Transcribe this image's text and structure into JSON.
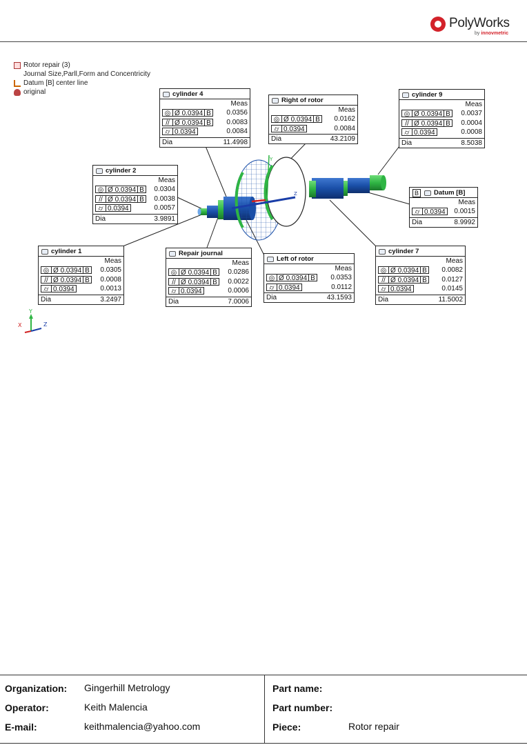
{
  "header": {
    "brand": "PolyWorks",
    "brand_by_prefix": "by ",
    "brand_by_name": "innovmetric"
  },
  "tree": {
    "items": [
      {
        "label": "Rotor repair (3)",
        "icon": "report-icon"
      },
      {
        "label": "Journal Size,Parll,Form and Concentricity",
        "icon": ""
      },
      {
        "label": "Datum [B] center line",
        "icon": "datum-axis-icon"
      },
      {
        "label": "original",
        "icon": "object-icon"
      }
    ]
  },
  "triad": {
    "y": "Y",
    "z": "Z",
    "x": "X"
  },
  "callouts": {
    "meas_header": "Meas",
    "dia_label": "Dia",
    "symbols": {
      "concentricity": "◎",
      "parallelism": "//",
      "cylindricity": "⌭",
      "diameter": "Ø"
    },
    "tolerance": "0.0394",
    "datum": "B",
    "c4": {
      "title": "cylinder 4",
      "conc": "0.0356",
      "parl": "0.0083",
      "cyl": "0.0084",
      "dia": "11.4998"
    },
    "rr": {
      "title": "Right of rotor",
      "conc": "0.0162",
      "cyl": "0.0084",
      "dia": "43.2109"
    },
    "c9": {
      "title": "cylinder 9",
      "conc": "0.0037",
      "parl": "0.0004",
      "cyl": "0.0008",
      "dia": "8.5038"
    },
    "c2": {
      "title": "cylinder 2",
      "conc": "0.0304",
      "parl": "0.0038",
      "cyl": "0.0057",
      "dia": "3.9891"
    },
    "db": {
      "badge": "B",
      "title": "Datum [B]",
      "cyl": "0.0015",
      "dia": "8.9992"
    },
    "c1": {
      "title": "cylinder 1",
      "conc": "0.0305",
      "parl": "0.0008",
      "cyl": "0.0013",
      "dia": "3.2497"
    },
    "rj": {
      "title": "Repair journal",
      "conc": "0.0286",
      "parl": "0.0022",
      "cyl": "0.0006",
      "dia": "7.0006"
    },
    "lr": {
      "title": "Left of rotor",
      "conc": "0.0353",
      "cyl": "0.0112",
      "dia": "43.1593"
    },
    "c7": {
      "title": "cylinder 7",
      "conc": "0.0082",
      "parl": "0.0127",
      "cyl": "0.0145",
      "dia": "11.5002"
    }
  },
  "footer": {
    "organization_label": "Organization:",
    "organization": "Gingerhill Metrology",
    "operator_label": "Operator:",
    "operator": "Keith Malencia",
    "email_label": "E-mail:",
    "email": "keithmalencia@yahoo.com",
    "part_name_label": "Part name:",
    "part_name": "",
    "part_number_label": "Part number:",
    "part_number": "",
    "piece_label": "Piece:",
    "piece": "Rotor repair"
  },
  "colors": {
    "brand_red": "#d3222a",
    "shaft_blue": "#1a4fa8",
    "shaft_green": "#2fb544",
    "axis_blue": "#1a3ea8",
    "axis_red": "#d02020"
  }
}
